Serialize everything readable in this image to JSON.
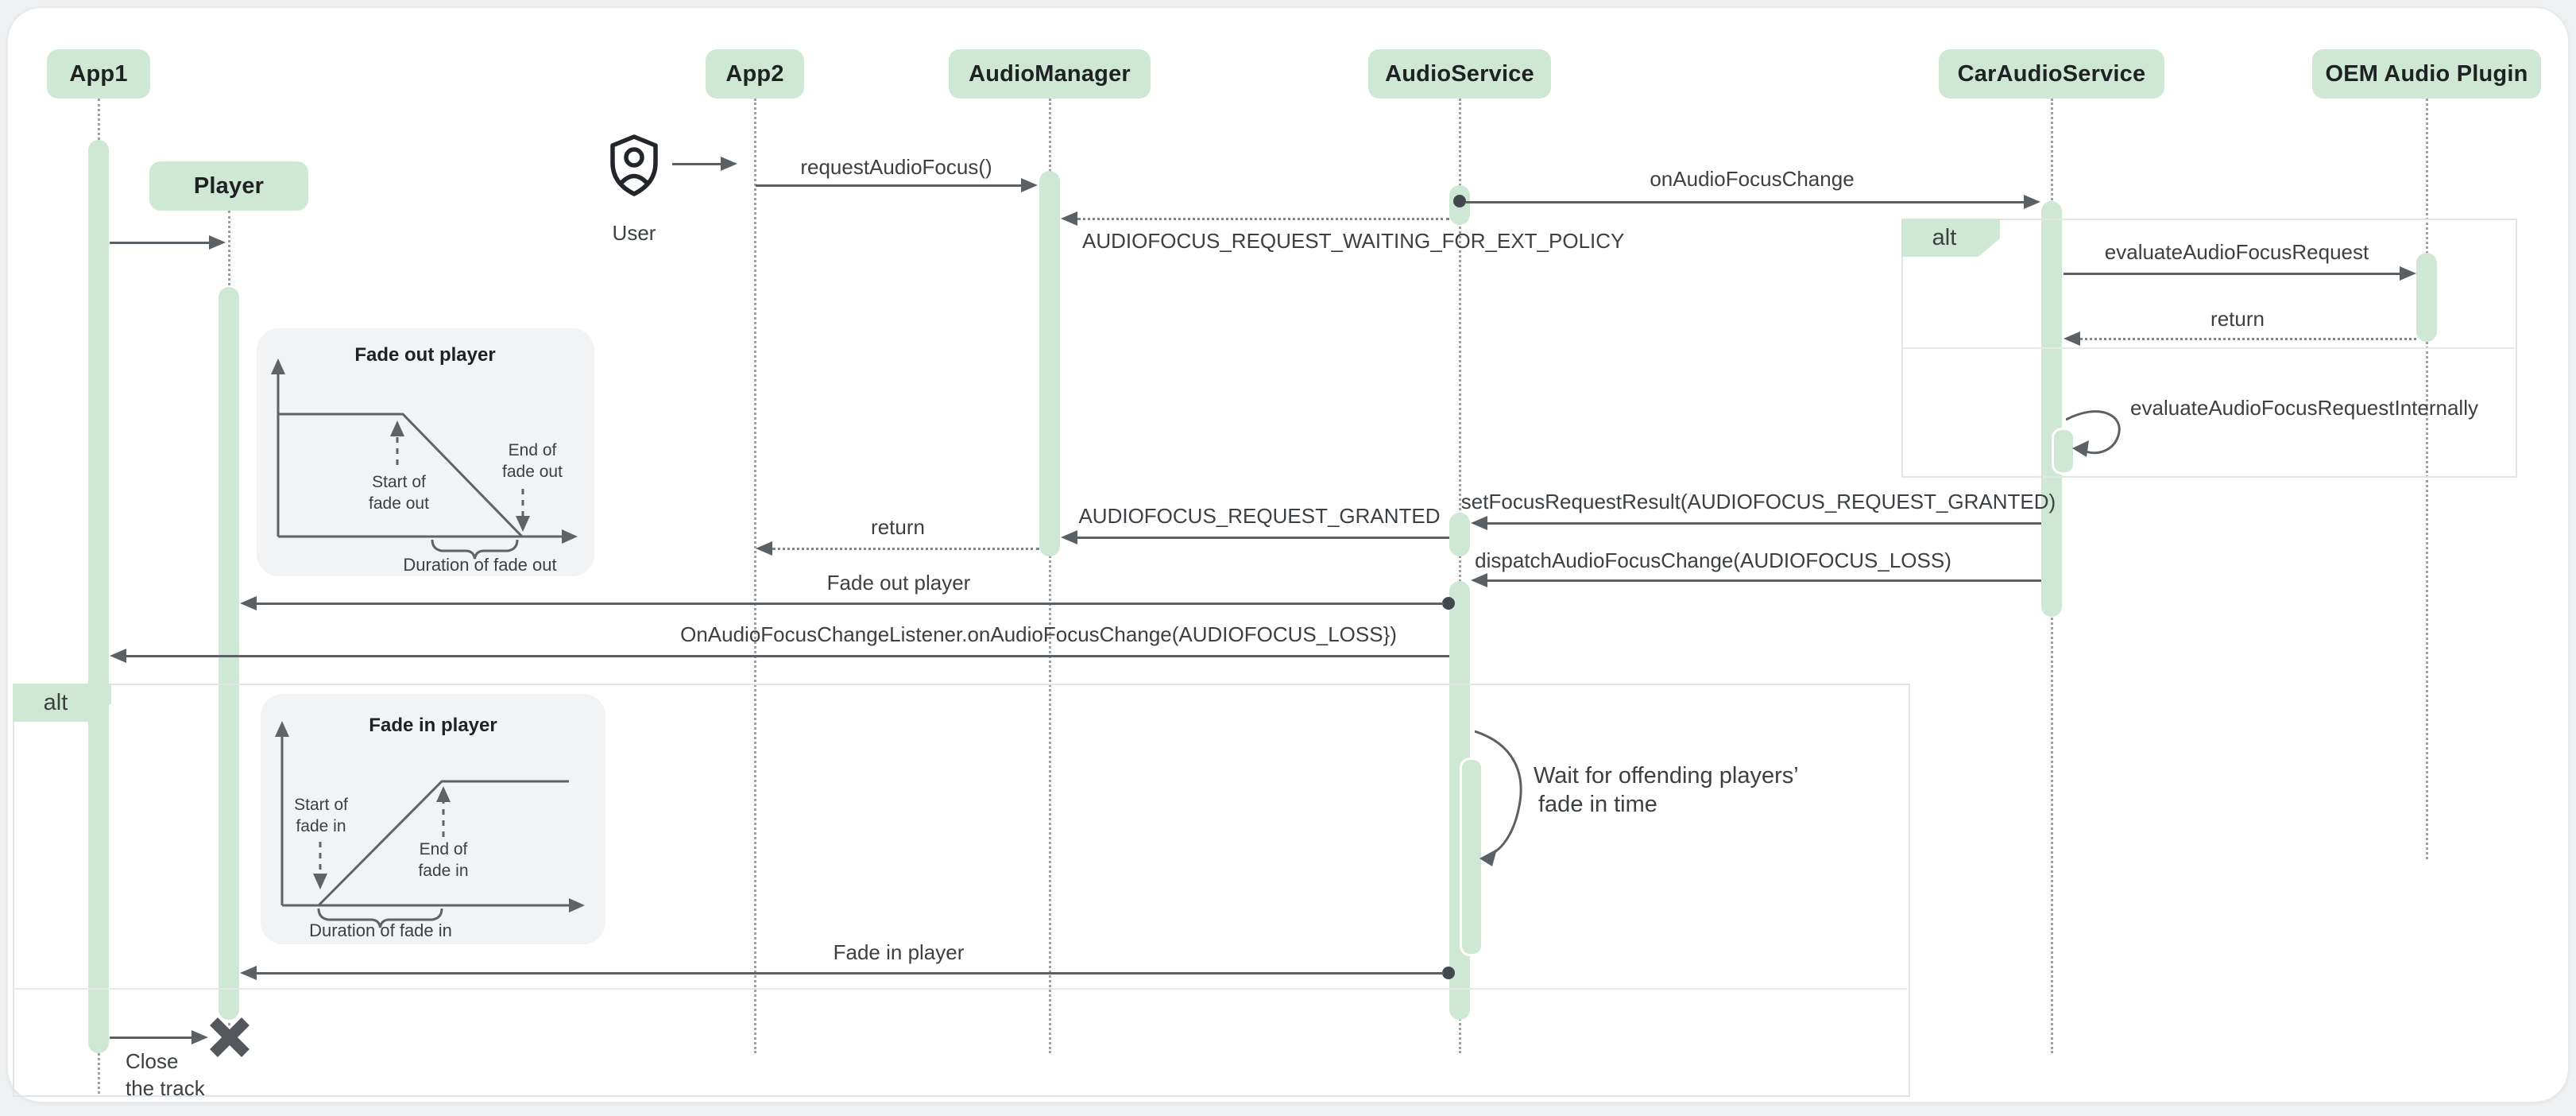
{
  "participants": {
    "app1": "App1",
    "player": "Player",
    "app2": "App2",
    "audio_manager": "AudioManager",
    "audio_service": "AudioService",
    "car_audio_service": "CarAudioService",
    "oem_plugin": "OEM Audio Plugin"
  },
  "actor": {
    "label": "User"
  },
  "frames": {
    "alt_left": "alt",
    "alt_right": "alt"
  },
  "messages": {
    "request_audio_focus": "requestAudioFocus()",
    "on_audio_focus_change": "onAudioFocusChange",
    "waiting_ext_policy": "AUDIOFOCUS_REQUEST_WAITING_FOR_EXT_POLICY",
    "evaluate_request": "evaluateAudioFocusRequest",
    "return_oem": "return",
    "evaluate_internally": "evaluateAudioFocusRequestInternally",
    "set_focus_result": "setFocusRequestResult(AUDIOFOCUS_REQUEST_GRANTED)",
    "request_granted": "AUDIOFOCUS_REQUEST_GRANTED",
    "return_app2": "return",
    "dispatch_change": "dispatchAudioFocusChange(AUDIOFOCUS_LOSS)",
    "fade_out_player": "Fade out player",
    "focus_change_listener": "OnAudioFocusChangeListener.onAudioFocusChange(AUDIOFOCUS_LOSS})",
    "wait_line1": "Wait for offending players’",
    "wait_line2": "fade in time",
    "fade_in_player": "Fade in player",
    "close_line1": "Close",
    "close_line2": "the track"
  },
  "fade_out_chart": {
    "title": "Fade out player",
    "start_line1": "Start of",
    "start_line2": "fade out",
    "end_line1": "End of",
    "end_line2": "fade out",
    "duration": "Duration of fade out"
  },
  "fade_in_chart": {
    "title": "Fade in player",
    "start_line1": "Start of",
    "start_line2": "fade in",
    "end_line1": "End of",
    "end_line2": "fade in",
    "duration": "Duration of fade in"
  },
  "colors": {
    "accent_green": "#cee8d5",
    "arrow_gray": "#5b6065",
    "lifeline_gray": "#9aa0a6",
    "panel_gray": "#f1f3f4",
    "text_dark": "#202124"
  }
}
